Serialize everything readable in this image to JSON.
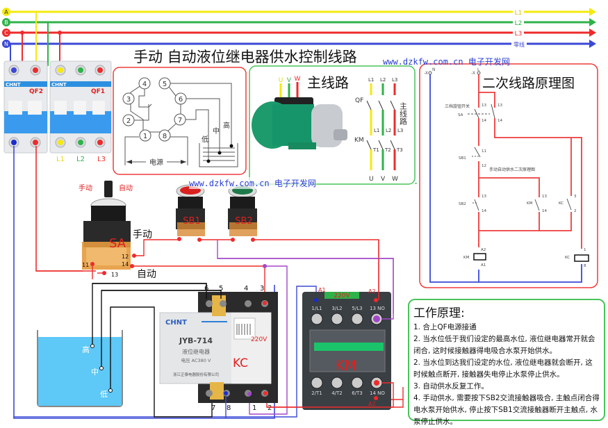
{
  "title": "手动  自动液位继电器供水控制线路",
  "watermark": "www.dzkfw.com.cn 电子开发网",
  "bus_lines": [
    {
      "tag": "A",
      "label": "L1",
      "color": "#f5e90f"
    },
    {
      "tag": "B",
      "label": "L2",
      "color": "#2fb24a"
    },
    {
      "tag": "C",
      "label": "L3",
      "color": "#ee2b2b"
    },
    {
      "tag": "N",
      "label": "零线",
      "color": "#3b48d6"
    }
  ],
  "breakers": {
    "brand": "CHNT",
    "qf2_label": "QF2",
    "qf1_label": "QF1",
    "outputs": [
      "L1",
      "L2",
      "L3"
    ]
  },
  "relay_diagram": {
    "pins": [
      "1",
      "2",
      "3",
      "4",
      "5",
      "6",
      "7",
      "8"
    ],
    "power_label": "电源",
    "levels": [
      "低",
      "中",
      "高"
    ]
  },
  "main_circuit": {
    "title": "主线路",
    "side_title": "主线路",
    "motor_terminals": [
      "U",
      "V",
      "W"
    ],
    "inputs": [
      "L1",
      "L2",
      "L3"
    ],
    "qf": "QF",
    "km": "KM",
    "mid_labels": [
      "L1",
      "L2",
      "L3"
    ],
    "outputs": [
      "T1",
      "T2",
      "T3"
    ],
    "bottom_labels": [
      "U",
      "V",
      "W"
    ]
  },
  "secondary": {
    "title": "二次线路原理图",
    "subtitle": "手动自动供水二次原理图",
    "n_term": "N",
    "l_term": "L",
    "x_label": "-X",
    "sa_name": "三档旋钮开关",
    "sa": "SA",
    "sb1": "SB1",
    "sb2": "SB2",
    "km": "KM",
    "kc": "KC",
    "n13": "13",
    "n14": "14",
    "n11": "11",
    "n12": "12",
    "n3": "3",
    "n2": "2",
    "a2": "A2",
    "a1": "A1",
    "n1": "1",
    "n8": "8"
  },
  "switch_sa": {
    "manual": "手动",
    "auto": "自动",
    "label": "SA",
    "terminals": [
      "11",
      "12",
      "13",
      "14"
    ]
  },
  "buttons": [
    {
      "label": "SB1",
      "color": "#d92020"
    },
    {
      "label": "SB2",
      "color": "#1f7a4a"
    }
  ],
  "tank_levels": [
    "高",
    "中",
    "低"
  ],
  "level_relay": {
    "brand": "CHNT",
    "model": "JYB-714",
    "name": "液位继电器",
    "voltage": "电压 AC380 V",
    "maker": "浙江正泰电器股份有限公司",
    "tag": "KC",
    "supply": "220V",
    "top_terminals": [
      "6",
      "5",
      "4",
      "3"
    ],
    "bottom_terminals": [
      "7",
      "8",
      "1",
      "2"
    ]
  },
  "contactor": {
    "tag": "KM",
    "supply": "220V",
    "a1": "A1",
    "a2": "A2",
    "top_terminals": [
      "1/L1",
      "3/L2",
      "5/L3",
      "13 NO"
    ],
    "bottom_terminals": [
      "2/T1",
      "4/T2",
      "6/T3",
      "14 NO"
    ]
  },
  "principle": {
    "heading": "工作原理:",
    "lines": [
      "1. 合上QF电源接通",
      "2. 当水位低于我们设定的最高水位, 液位继电器常开就会闭合, 这时候接触器得电吸合水泵开始供水。",
      "2. 当水位到达我们设定的水位, 液位继电器就会断开, 这时候触点断开, 接触器失电停止水泵停止供水。",
      "3. 自动供水反复工作。",
      "4. 手动供水, 需要按下SB2交流接触器吸合, 主触点闭合得电水泵开始供水, 停止按下SB1交流接触器断开主触点, 水泵停止供水。"
    ]
  }
}
